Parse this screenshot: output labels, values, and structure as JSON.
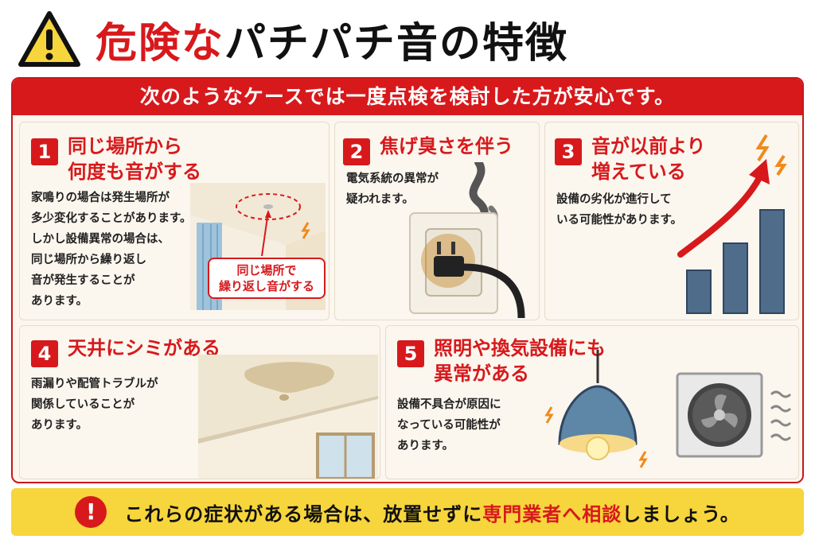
{
  "header": {
    "title_red": "危険な",
    "title_black": "パチパチ音の特徴",
    "icon": "warning-icon"
  },
  "banner": "次のようなケースでは一度点検を検討した方が安心です。",
  "cards": [
    {
      "number": "1",
      "title_lines": [
        "同じ場所から",
        "何度も音がする"
      ],
      "body_lines": [
        "家鳴りの場合は発生場所が",
        "多少変化することがあります。",
        "しかし設備異常の場合は、",
        "同じ場所から繰り返し",
        "音が発生することが",
        "あります。"
      ],
      "callout_lines": [
        "同じ場所で",
        "繰り返し音がする"
      ]
    },
    {
      "number": "2",
      "title_lines": [
        "焦げ臭さを伴う"
      ],
      "body_lines": [
        "電気系統の異常が",
        "疑われます。"
      ]
    },
    {
      "number": "3",
      "title_lines": [
        "音が以前より",
        "増えている"
      ],
      "body_lines": [
        "設備の劣化が進行して",
        "いる可能性があります。"
      ]
    },
    {
      "number": "4",
      "title_lines": [
        "天井にシミがある"
      ],
      "body_lines": [
        "雨漏りや配管トラブルが",
        "関係していることが",
        "あります。"
      ]
    },
    {
      "number": "5",
      "title_lines": [
        "照明や換気設備にも",
        "異常がある"
      ],
      "body_lines": [
        "設備不具合が原因に",
        "なっている可能性が",
        "あります。"
      ]
    }
  ],
  "footer": {
    "icon": "exclamation-icon",
    "text_before": "これらの症状がある場合は、放置せずに",
    "text_highlight": "専門業者へ相談",
    "text_after": "しましょう。"
  },
  "colors": {
    "accent_red": "#d7191c",
    "footer_yellow": "#f7d53c",
    "panel_bg": "#fbf6ee"
  }
}
